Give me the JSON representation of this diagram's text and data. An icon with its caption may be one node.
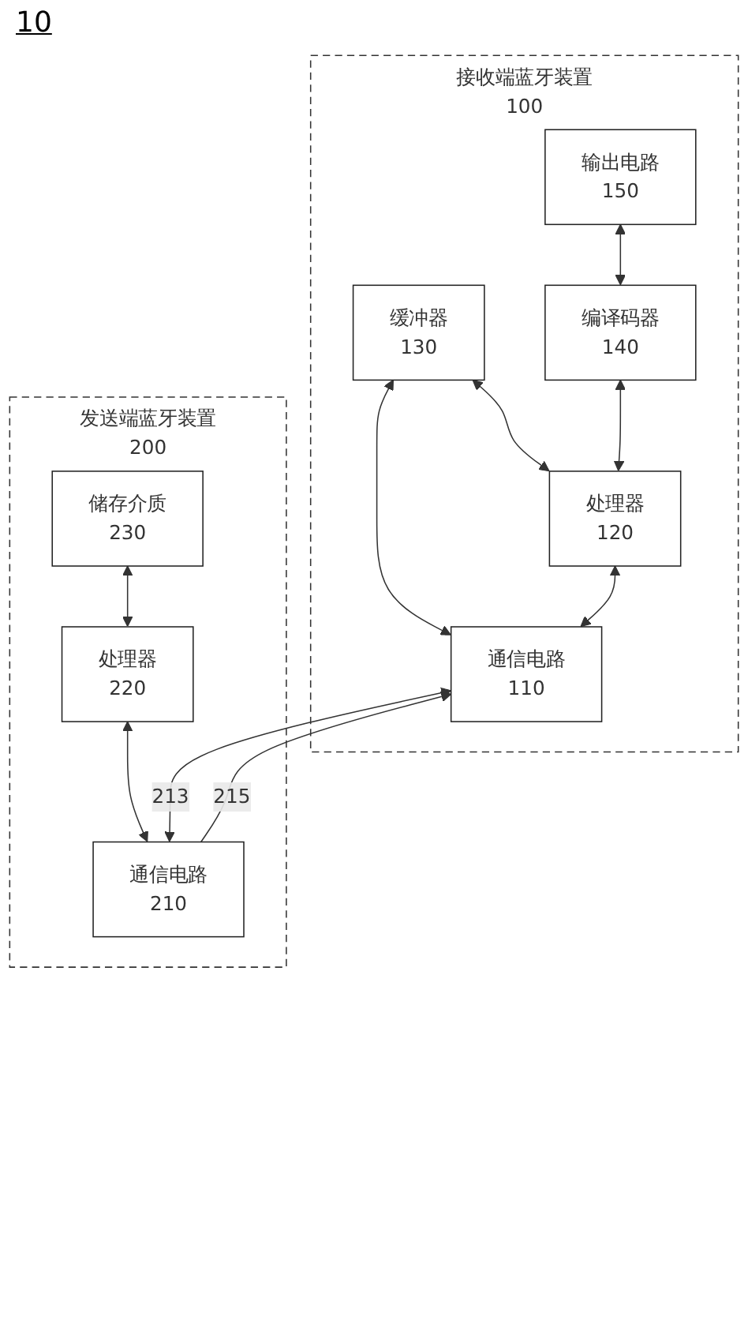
{
  "diagram": {
    "nodes": [
      {
        "text": [
          "接收端蓝牙装置",
          "100"
        ]
      },
      {
        "text": [
          "通信电路",
          "110"
        ],
        "in": 0
      },
      {
        "text": [
          "处理器",
          "120"
        ],
        "in": 0
      },
      {
        "text": [
          "缓冲器",
          "130"
        ],
        "in": 0
      },
      {
        "text": [
          "编译码器",
          "140"
        ],
        "in": 0
      },
      {
        "text": [
          "输出电路",
          "150"
        ],
        "in": 0
      },
      {
        "text": [
          "发送端蓝牙装置",
          "200"
        ]
      },
      {
        "text": [
          "通信电路",
          "210"
        ],
        "in": 6
      },
      {
        "text": [
          "处理器",
          "220"
        ],
        "in": 6
      },
      {
        "text": [
          "储存介质",
          "230"
        ],
        "in": 6
      }
    ],
    "edges": [
      {
        "from": 7,
        "to": 1,
        "arrow": "both",
        "label": "213"
      },
      {
        "from": 7,
        "to": 1,
        "arrow": "to",
        "label": "215"
      },
      {
        "from": 1,
        "to": 2,
        "arrow": "both"
      },
      {
        "from": 1,
        "to": 3,
        "arrow": "both"
      },
      {
        "from": 2,
        "to": 4,
        "arrow": "both"
      },
      {
        "from": 2,
        "to": 3,
        "arrow": "both"
      },
      {
        "from": 4,
        "to": 5,
        "arrow": "both"
      },
      {
        "from": 7,
        "to": 8,
        "arrow": "both"
      },
      {
        "from": 8,
        "to": 9,
        "arrow": "both"
      }
    ],
    "labels": [
      "10"
    ]
  }
}
